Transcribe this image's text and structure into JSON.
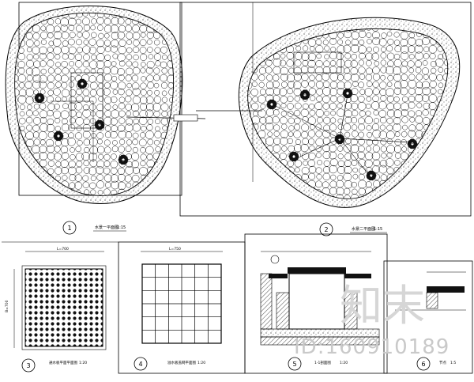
{
  "drawing": {
    "views": [
      {
        "num": "1",
        "title": "水景一平面图",
        "scale": "1:15"
      },
      {
        "num": "2",
        "title": "水景二平面图",
        "scale": "1:15"
      },
      {
        "num": "3",
        "title": "通水板平面平面图",
        "scale": "1:20"
      },
      {
        "num": "4",
        "title": "溢水板盖网平面图",
        "scale": "1:20"
      },
      {
        "num": "5",
        "title": "1-1剖面图",
        "scale": "1:20"
      },
      {
        "num": "6",
        "title": "节点",
        "scale": "1:5"
      }
    ],
    "dims": {
      "top3": "L=700",
      "side3": "B=700",
      "top4": "L=750"
    },
    "watermark": {
      "id_text": "ID:160910189",
      "brand": "知末"
    }
  }
}
